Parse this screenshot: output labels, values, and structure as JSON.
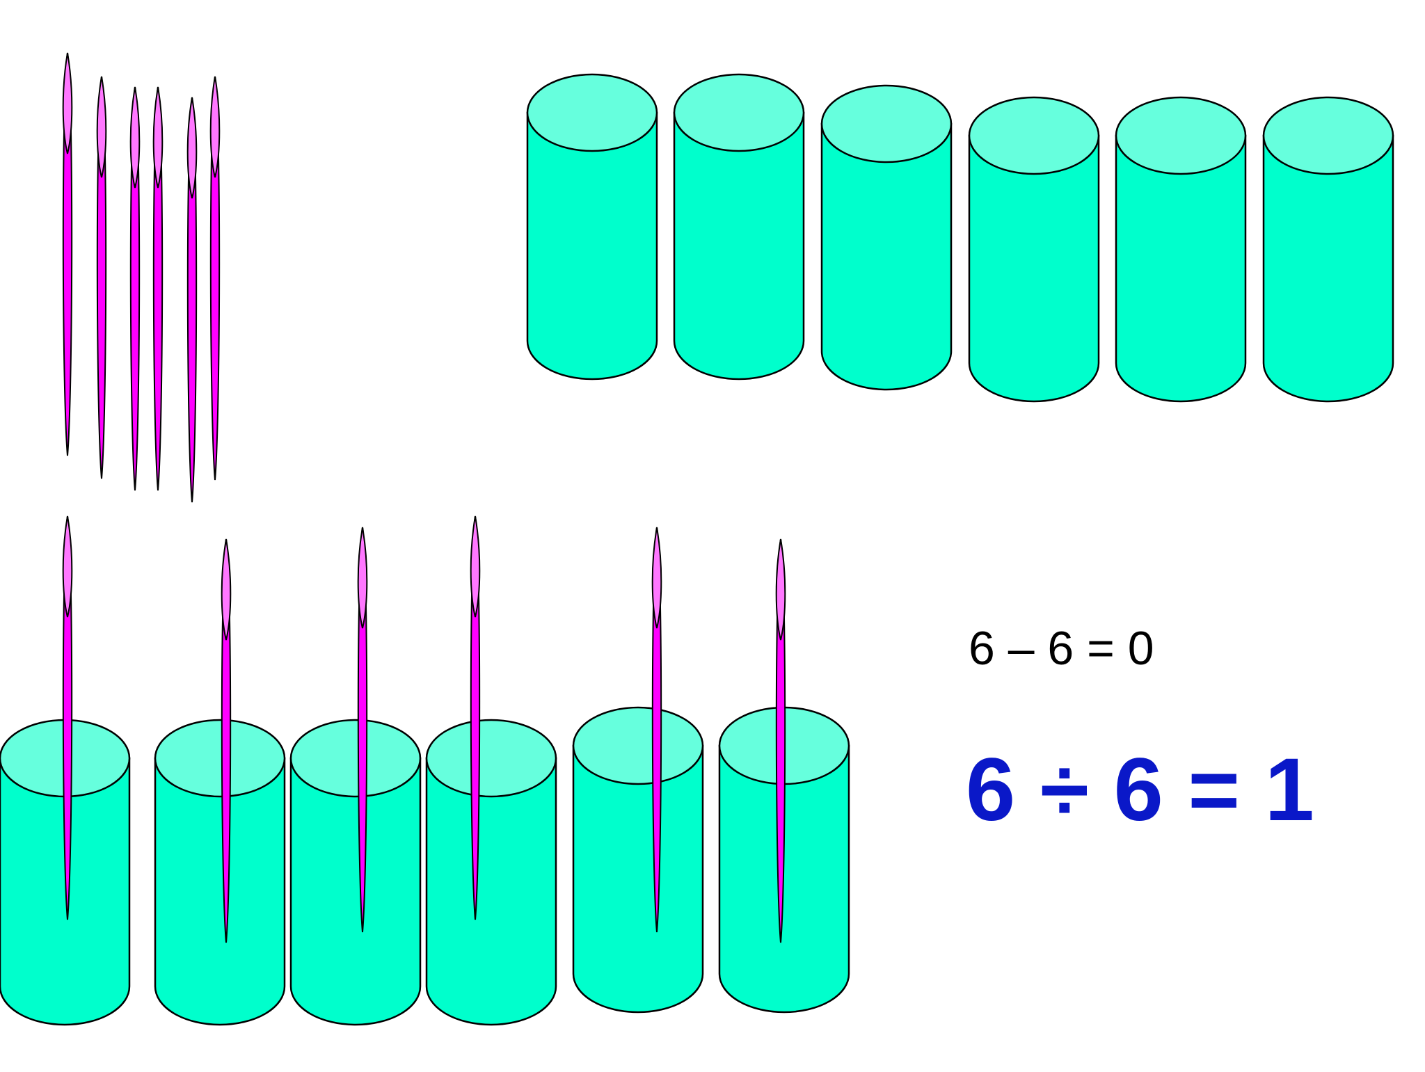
{
  "colors": {
    "cup_body": "#00ffcc",
    "cup_top": "#66ffdd",
    "stick_body": "#ff00ff",
    "stick_tip": "#ff77ff",
    "outline": "#000000",
    "division_text": "#0a18c8",
    "subtraction_text": "#000000"
  },
  "counts": {
    "loose_sticks": 6,
    "empty_cups": 6,
    "cups_with_sticks": 6
  },
  "equations": {
    "subtraction": "6 – 6 = 0",
    "division": "6 ÷ 6 = 1"
  }
}
